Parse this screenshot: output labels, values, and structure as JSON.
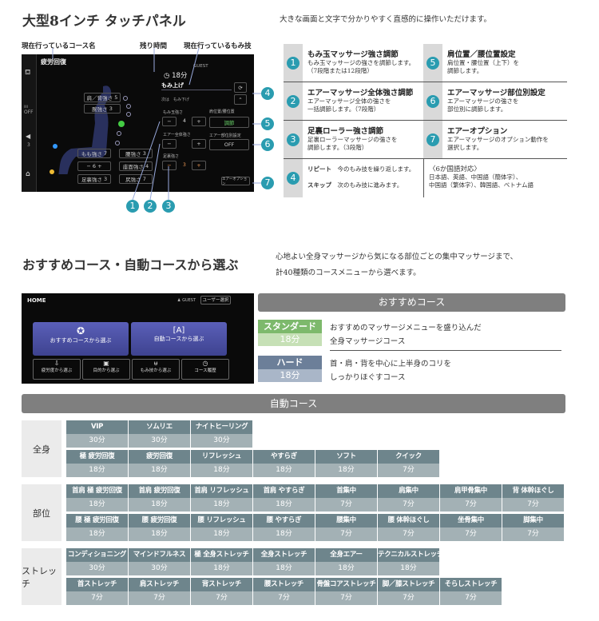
{
  "section1": {
    "title": "大型8インチ タッチパネル",
    "subtitle": "大きな画面と文字で分かりやすく直感的に操作いただけます。",
    "annotations": {
      "course_name": "現在行っているコース名",
      "remaining_time": "残り時間",
      "current_technique": "現在行っているもみ技"
    },
    "screen": {
      "course": "疲労回復",
      "guest": "GUEST",
      "time": "18分",
      "technique": "もみ上げ",
      "next_label": "次は",
      "next": "もみ下げ",
      "left_air": "OFF",
      "volume": "3",
      "shoulder_back": "肩／背強さ",
      "shoulder_back_val": "5",
      "arm": "腕強さ",
      "arm_val": "3",
      "momi_label": "もみ玉強さ",
      "momi_val": "4",
      "air_label": "エアー全体強さ",
      "foot_label": "足裏強さ",
      "foot_val": "3",
      "pos_label": "肩位置/腰位置",
      "pos_btn": "調節",
      "air_part_label": "エアー部位別設定",
      "air_part_btn": "OFF",
      "air_option": "エアーオプション",
      "thigh": "もも強さ",
      "thigh_val": "7",
      "calf_val": "6",
      "sole": "足裏強さ",
      "sole_val": "3",
      "waist": "腰強さ",
      "waist_val": "3",
      "seat": "座面強さ",
      "seat_val": "4",
      "leg": "尻強さ",
      "leg_val": "7",
      "minus": "−",
      "plus": "+"
    },
    "numbers": [
      "1",
      "2",
      "3",
      "4",
      "5",
      "6",
      "7"
    ],
    "features": [
      {
        "num": "1",
        "title": "もみ玉マッサージ強さ調節",
        "desc": [
          "もみ玉マッサージの強さを調節します。",
          "（7段階または12段階）"
        ]
      },
      {
        "num": "2",
        "title": "エアーマッサージ全体強さ調節",
        "desc": [
          "エアーマッサージ全体の強さを",
          "一括調節します。（7段階）"
        ]
      },
      {
        "num": "3",
        "title": "足裏ローラー強さ調節",
        "desc": [
          "足裏ローラーマッサージの強さを",
          "調節します。（3段階）"
        ]
      },
      {
        "num": "5",
        "title": "肩位置／腰位置設定",
        "desc": [
          "肩位置・腰位置（上下）を",
          "調節します。"
        ]
      },
      {
        "num": "6",
        "title": "エアーマッサージ部位別設定",
        "desc": [
          "エアーマッサージの強さを",
          "部位別に調節します。"
        ]
      },
      {
        "num": "7",
        "title": "エアーオプション",
        "desc": [
          "エアーマッサージのオプション動作を",
          "選択します。"
        ]
      }
    ],
    "repeat": {
      "num": "4",
      "label1": "リピート",
      "desc1": "今のもみ技を繰り返します。",
      "label2": "スキップ",
      "desc2": "次のもみ技に進みます。"
    },
    "languages": {
      "title": "〈6か国語対応〉",
      "line1": "日本語、英語、中国語（簡体字）、",
      "line2": "中国語（繁体字）、韓国語、ベトナム語"
    }
  },
  "section2": {
    "title": "おすすめコース・自動コースから選ぶ",
    "desc1": "心地よい全身マッサージから気になる部位ごとの集中マッサージまで、",
    "desc2": "計40種類のコースメニューから選べます。",
    "home": {
      "title": "HOME",
      "guest": "GUEST",
      "user_select": "ユーザー選択",
      "btn1": "おすすめコースから選ぶ",
      "btn2": "自動コースから選ぶ",
      "small": [
        "疲労度から選ぶ",
        "目的から選ぶ",
        "もみ技から選ぶ",
        "コース履歴"
      ]
    },
    "recommended": {
      "header": "おすすめコース",
      "items": [
        {
          "name": "スタンダード",
          "time": "18分",
          "desc1": "おすすめのマッサージメニューを盛り込んだ",
          "desc2": "全身マッサージコース",
          "color": "#7db96c",
          "light": "#c6e0b6"
        },
        {
          "name": "ハード",
          "time": "18分",
          "desc1": "首・肩・背を中心に上半身のコリを",
          "desc2": "しっかりほぐすコース",
          "color": "#6c7f99",
          "light": "#a9b6c8"
        }
      ]
    },
    "auto": {
      "header": "自動コース",
      "categories": [
        {
          "label": "全身",
          "rows": [
            [
              [
                "VIP",
                "30分"
              ],
              [
                "ソムリエ",
                "30分"
              ],
              [
                "ナイトヒーリング",
                "30分"
              ]
            ],
            [
              [
                "極 疲労回復",
                "18分"
              ],
              [
                "疲労回復",
                "18分"
              ],
              [
                "リフレッシュ",
                "18分"
              ],
              [
                "やすらぎ",
                "18分"
              ],
              [
                "ソフト",
                "18分"
              ],
              [
                "クイック",
                "7分"
              ]
            ]
          ]
        },
        {
          "label": "部位",
          "rows": [
            [
              [
                "首肩 極 疲労回復",
                "18分"
              ],
              [
                "首肩 疲労回復",
                "18分"
              ],
              [
                "首肩 リフレッシュ",
                "18分"
              ],
              [
                "首肩 やすらぎ",
                "18分"
              ],
              [
                "首集中",
                "7分"
              ],
              [
                "肩集中",
                "7分"
              ],
              [
                "肩甲骨集中",
                "7分"
              ],
              [
                "背 体幹ほぐし",
                "7分"
              ]
            ],
            [
              [
                "腰 極 疲労回復",
                "18分"
              ],
              [
                "腰 疲労回復",
                "18分"
              ],
              [
                "腰 リフレッシュ",
                "18分"
              ],
              [
                "腰 やすらぎ",
                "18分"
              ],
              [
                "腰集中",
                "7分"
              ],
              [
                "腰 体幹ほぐし",
                "7分"
              ],
              [
                "坐骨集中",
                "7分"
              ],
              [
                "脚集中",
                "7分"
              ]
            ]
          ]
        },
        {
          "label": "ストレッチ",
          "rows": [
            [
              [
                "コンディショニング",
                "30分"
              ],
              [
                "マインドフルネス",
                "30分"
              ],
              [
                "極 全身ストレッチ",
                "18分"
              ],
              [
                "全身ストレッチ",
                "18分"
              ],
              [
                "全身エアー",
                "18分"
              ],
              [
                "テクニカルストレッチ",
                "18分"
              ]
            ],
            [
              [
                "首ストレッチ",
                "7分"
              ],
              [
                "肩ストレッチ",
                "7分"
              ],
              [
                "背ストレッチ",
                "7分"
              ],
              [
                "腰ストレッチ",
                "7分"
              ],
              [
                "骨盤コアストレッチ",
                "7分"
              ],
              [
                "脚／膝ストレッチ",
                "7分"
              ],
              [
                "そらしストレッチ",
                "7分"
              ]
            ]
          ]
        }
      ]
    }
  }
}
